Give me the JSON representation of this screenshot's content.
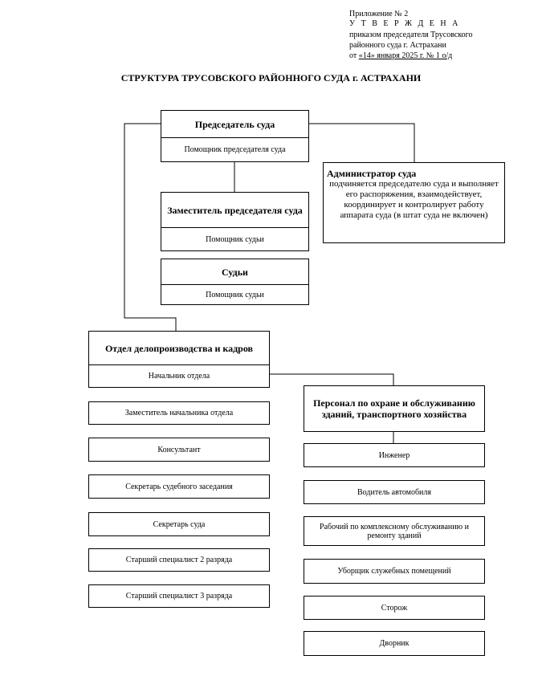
{
  "header": {
    "appendix": "Приложение  № 2",
    "approved": "У Т В Е Р Ж Д Е Н А",
    "order_line1": "приказом председателя Трусовского",
    "order_line2": "районного суда г. Астрахани",
    "date_prefix": "от ",
    "date_value": "«14» января  2025 г. № 1 о/д"
  },
  "title": "СТРУКТУРА ТРУСОВСКОГО РАЙОННОГО СУДА г. АСТРАХАНИ",
  "nodes": {
    "chairman": "Председатель суда",
    "chairman_assistant": "Помощник председателя суда",
    "administrator_title": "Администратор суда",
    "administrator_desc": "подчиняется председателю суда и выполняет его распоряжения, взаимодействует, координирует и контролирует работу аппарата суда (в штат суда не включен)",
    "deputy": "Заместитель председателя суда",
    "deputy_assistant": "Помощник судьи",
    "judges": "Судьи",
    "judges_assistant": "Помощник судьи",
    "dept": "Отдел делопроизводства и кадров",
    "dept_items": [
      "Начальник отдела",
      "Заместитель начальника отдела",
      "Консультант",
      "Секретарь судебного заседания",
      "Секретарь суда",
      "Старший специалист 2 разряда",
      "Старший специалист 3 разряда"
    ],
    "staff": "Персонал по охране и обслуживанию зданий, транспортного хозяйства",
    "staff_items": [
      "Инженер",
      "Водитель автомобиля",
      "Рабочий по комплексному обслуживанию и ремонту зданий",
      "Уборщик служебных помещений",
      "Сторож",
      "Дворник"
    ]
  }
}
